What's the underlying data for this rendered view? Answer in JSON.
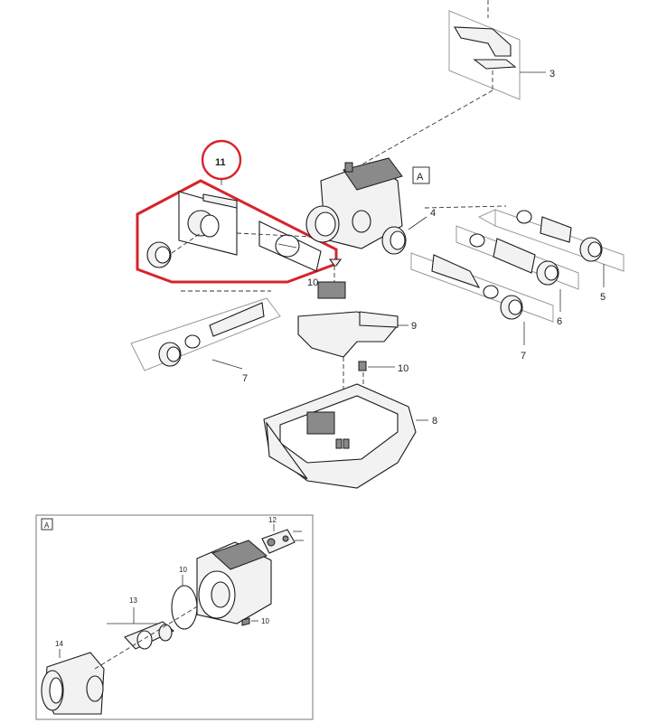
{
  "labels": {
    "p3": "3",
    "p4": "4",
    "p5": "5",
    "p6": "6",
    "p7_right": "7",
    "p7_left": "7",
    "p8": "8",
    "p9": "9",
    "p10_top": "10",
    "p10_mid": "10",
    "p11": "11",
    "detail_a_top": "A",
    "detail_a_inset": "A",
    "inset_p10_a": "10",
    "inset_p10_b": "10",
    "inset_p12": "12",
    "inset_p13": "13",
    "inset_p14": "14"
  },
  "colors": {
    "highlight": "#d8232a"
  }
}
